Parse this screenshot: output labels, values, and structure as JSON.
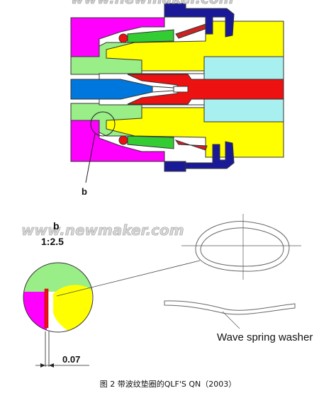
{
  "labels": {
    "detail_marker": "b",
    "detail_title": "b",
    "detail_scale": "1:2.5",
    "dimension": "0.07",
    "washer_label": "Wave spring washer"
  },
  "watermark": "www.newmaker.com",
  "caption": "图 2 带波纹垫圈的QLF'S QN（2003）",
  "colors": {
    "magenta": "#ff00ff",
    "yellow": "#ffff00",
    "light_green": "#99ee88",
    "green": "#33cc33",
    "cyan": "#a8f0f0",
    "blue": "#0077dd",
    "navy": "#1a1a99",
    "red": "#ee1111",
    "dark_red": "#aa0000",
    "outline": "#333333"
  }
}
